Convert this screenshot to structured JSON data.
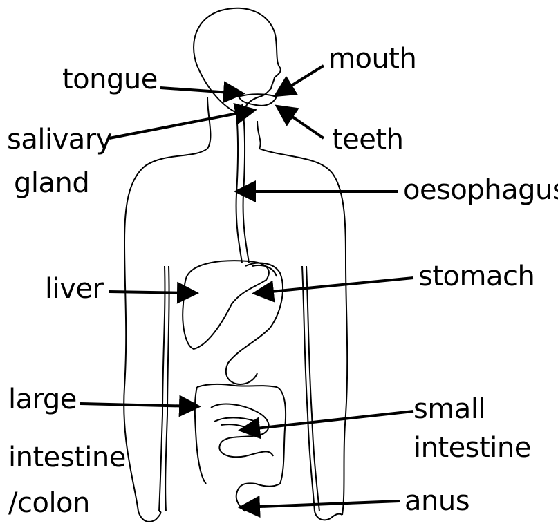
{
  "labels": {
    "tongue": "tongue",
    "mouth": "mouth",
    "salivary_line1": "salivary",
    "salivary_line2": "gland",
    "teeth": "teeth",
    "oesophagus": "oesophagus",
    "liver": "liver",
    "stomach": "stomach",
    "large_line1": "large",
    "large_line2": "intestine",
    "large_line3": "/colon",
    "small_line1": "small",
    "small_line2": "intestine",
    "anus": "anus"
  },
  "colors": {
    "outline": "#000000",
    "background": "#ffffff"
  }
}
